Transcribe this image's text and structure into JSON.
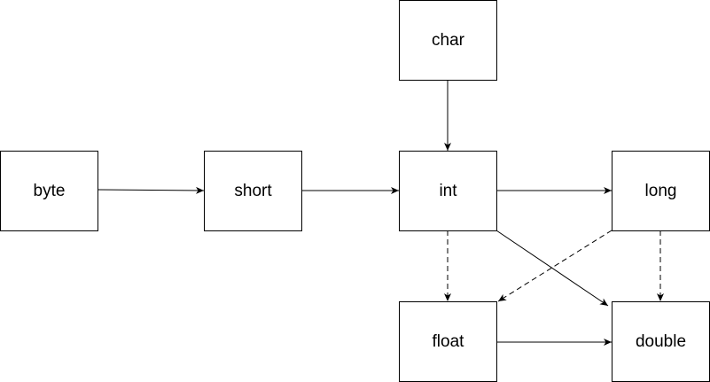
{
  "nodes": {
    "byte": "byte",
    "short": "short",
    "int": "int",
    "long": "long",
    "char": "char",
    "float": "float",
    "double": "double"
  },
  "edges": [
    {
      "from": "byte",
      "to": "short",
      "style": "solid"
    },
    {
      "from": "short",
      "to": "int",
      "style": "solid"
    },
    {
      "from": "char",
      "to": "int",
      "style": "solid"
    },
    {
      "from": "int",
      "to": "long",
      "style": "solid"
    },
    {
      "from": "int",
      "to": "float",
      "style": "dashed"
    },
    {
      "from": "int",
      "to": "double",
      "style": "solid"
    },
    {
      "from": "long",
      "to": "float",
      "style": "dashed"
    },
    {
      "from": "long",
      "to": "double",
      "style": "dashed"
    },
    {
      "from": "float",
      "to": "double",
      "style": "solid"
    }
  ],
  "colors": {
    "stroke": "#000000",
    "background": "#ffffff"
  }
}
